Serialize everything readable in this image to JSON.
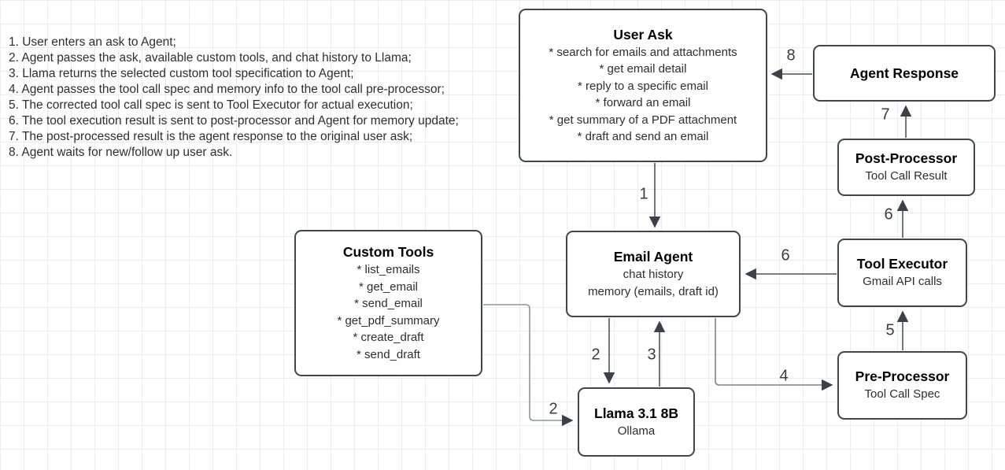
{
  "notes": {
    "items": [
      "1. User enters an ask to Agent;",
      "2. Agent passes the ask, available custom tools, and chat history to Llama;",
      "3. Llama returns the selected custom tool specification to Agent;",
      "4. Agent passes the tool call spec and memory info to the tool call pre-processor;",
      "5. The corrected tool call spec is sent to Tool Executor for actual execution;",
      "6. The tool execution result is sent to post-processor and Agent for memory update;",
      "7. The post-processed result is the agent response to the original user ask;",
      "8. Agent waits for new/follow up user ask."
    ]
  },
  "nodes": {
    "user_ask": {
      "title": "User Ask",
      "lines": [
        "* search for emails and attachments",
        "* get email detail",
        "* reply to a specific email",
        "* forward an email",
        "* get summary of a PDF attachment",
        "* draft and send an email"
      ]
    },
    "agent_response": {
      "title": "Agent Response"
    },
    "post_processor": {
      "title": "Post-Processor",
      "subtitle": "Tool Call Result"
    },
    "tool_executor": {
      "title": "Tool Executor",
      "subtitle": "Gmail API calls"
    },
    "pre_processor": {
      "title": "Pre-Processor",
      "subtitle": "Tool Call Spec"
    },
    "email_agent": {
      "title": "Email Agent",
      "lines": [
        "chat history",
        "memory (emails, draft id)"
      ]
    },
    "custom_tools": {
      "title": "Custom Tools",
      "lines": [
        "* list_emails",
        "* get_email",
        "* send_email",
        "* get_pdf_summary",
        "* create_draft",
        "* send_draft"
      ]
    },
    "llama": {
      "title": "Llama 3.1 8B",
      "subtitle": "Ollama"
    }
  },
  "edge_labels": {
    "step1": "1",
    "step2_agent_to_llama": "2",
    "step2_tools_to_llama": "2",
    "step3": "3",
    "step4": "4",
    "step5": "5",
    "step6_to_postprocessor": "6",
    "step6_to_agent": "6",
    "step7": "7",
    "step8": "8"
  },
  "colors": {
    "node_border": "#40464e",
    "arrow": "#4d545c",
    "elbow_line": "#8f959c",
    "grid_line": "#ececec",
    "text": "#2e2e2e"
  }
}
